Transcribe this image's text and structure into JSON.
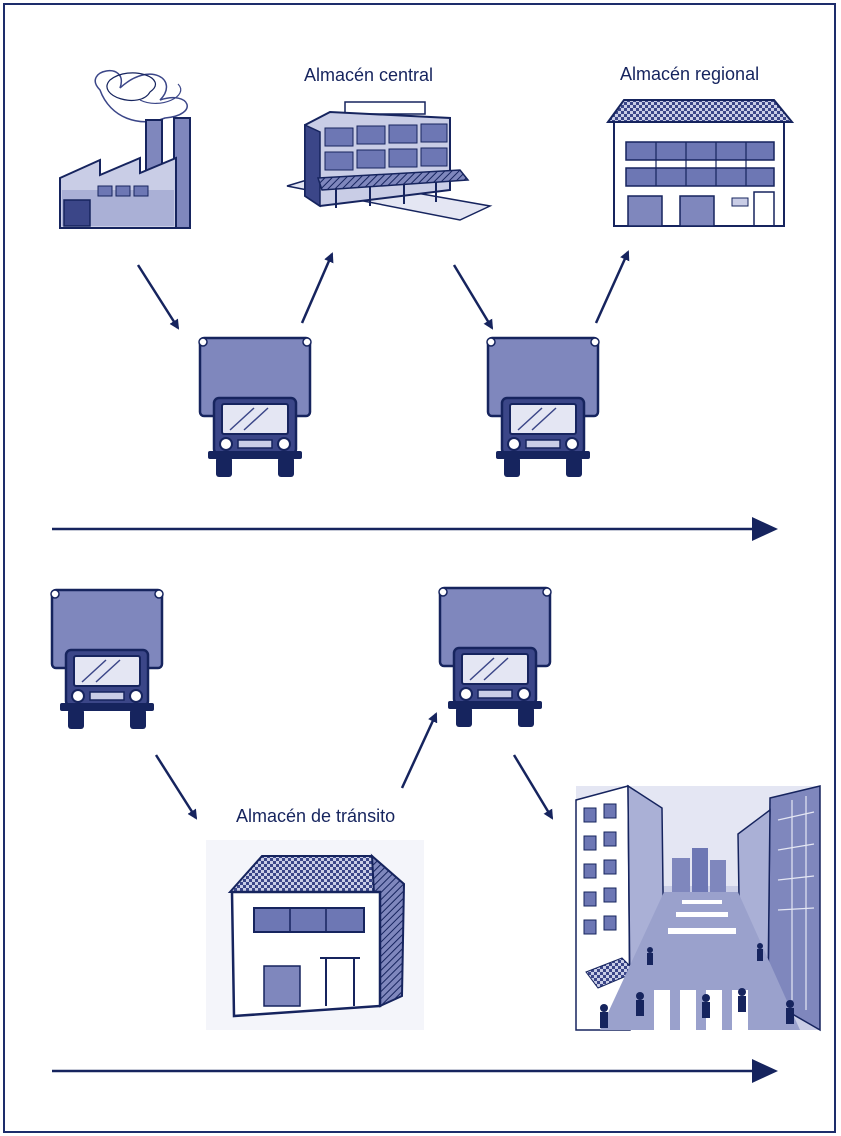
{
  "labels": {
    "central": "Almacén central",
    "regional": "Almacén regional",
    "transit": "Almacén de tránsito"
  },
  "icons": {
    "factory": "factory-icon",
    "central_warehouse": "central-warehouse-icon",
    "regional_warehouse": "regional-warehouse-icon",
    "transit_warehouse": "transit-warehouse-icon",
    "truck": "truck-icon",
    "city_street": "city-street-icon"
  },
  "colors": {
    "ink": "#16245e",
    "fill_light": "#c9cde6",
    "fill_mid": "#7f87bd",
    "fill_dark": "#3b4688",
    "window": "#6d77b4"
  }
}
